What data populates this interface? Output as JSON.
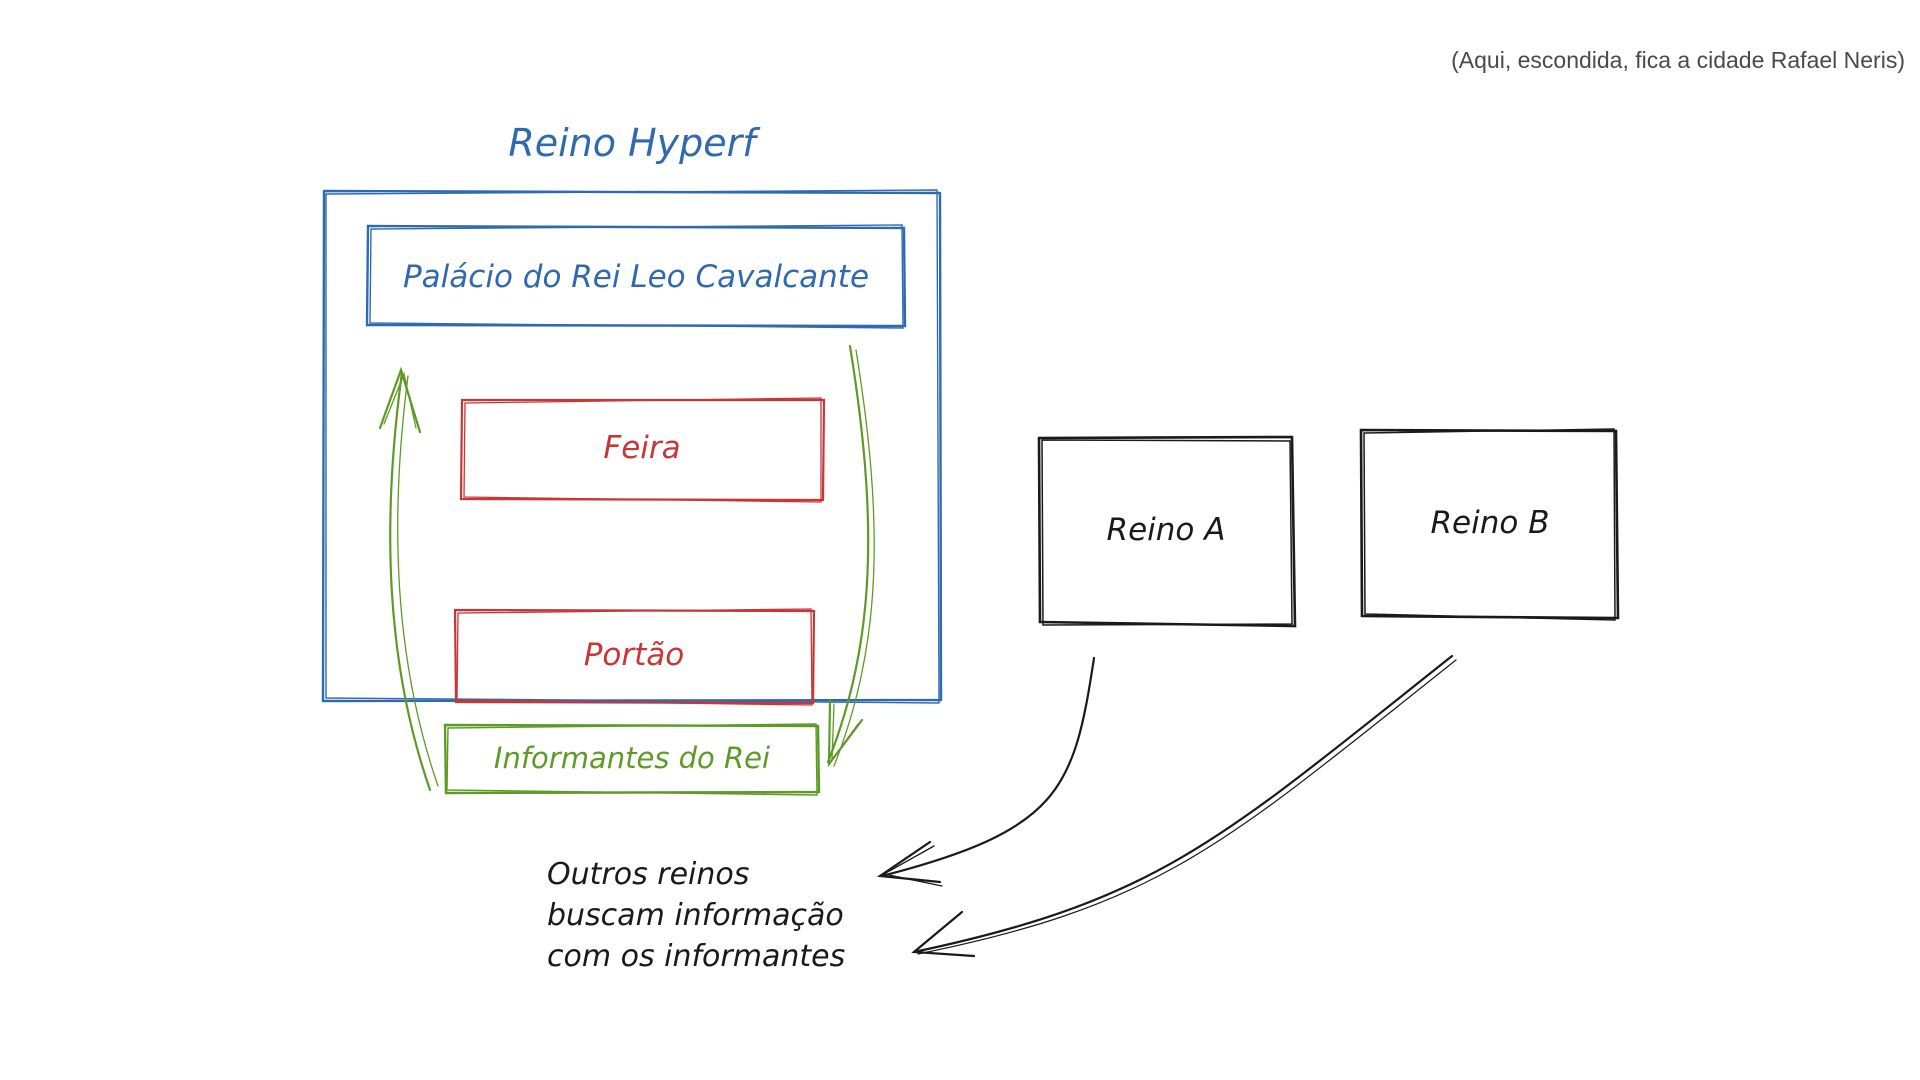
{
  "note": "(Aqui, escondida, fica a cidade Rafael Neris)",
  "kingdom": {
    "title": "Reino Hyperf",
    "palace": "Palácio do Rei Leo Cavalcante",
    "market": "Feira",
    "gate": "Portão",
    "informants": "Informantes do Rei"
  },
  "others": {
    "a": "Reino A",
    "b": "Reino B",
    "caption_lines": [
      "Outros reinos",
      "buscam informação",
      "com os informantes"
    ]
  },
  "colors": {
    "blue": "#2f6ab1",
    "red": "#c83636",
    "green": "#5e9b26",
    "black": "#1a1a1a",
    "gray": "#4a4a4a"
  }
}
